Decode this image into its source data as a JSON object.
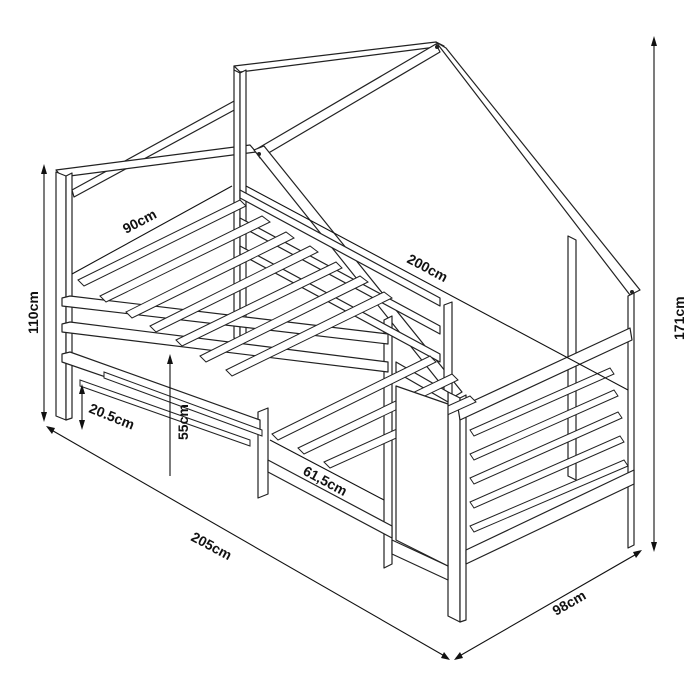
{
  "figure": {
    "subject": "House-frame children's bed, isometric line drawing with dimensions",
    "line_color": "#222222",
    "background": "#ffffff"
  },
  "dimensions": {
    "overall_height": "171cm",
    "end_frame_height": "110cm",
    "inner_width": "90cm",
    "inner_length": "200cm",
    "guard_rail_height": "55cm",
    "under_bed_clearance": "20.5cm",
    "entry_opening": "61,5cm",
    "overall_length": "205cm",
    "overall_width": "98cm"
  }
}
